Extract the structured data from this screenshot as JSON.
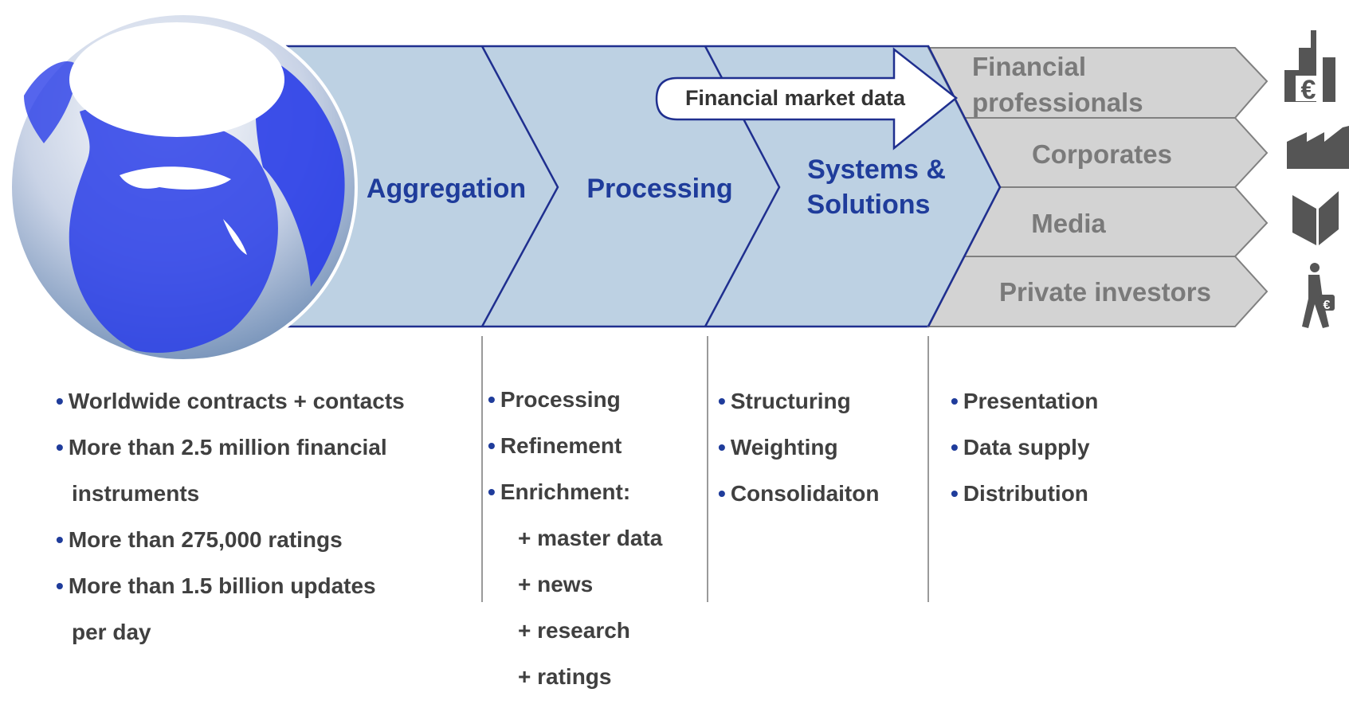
{
  "flow": {
    "stages": [
      "Aggregation",
      "Processing",
      "Systems &",
      "Solutions"
    ],
    "arrow_label": "Financial market data",
    "customers": [
      "Financial",
      "professionals",
      "Corporates",
      "Media",
      "Private investors"
    ]
  },
  "columns": {
    "aggregation": [
      "Worldwide contracts + contacts",
      "More than 2.5 million financial",
      "instruments",
      "More than 275,000 ratings",
      "More than 1.5 billion updates",
      "per day"
    ],
    "processing": [
      "Processing",
      "Refinement",
      "Enrichment:",
      "+ master data",
      "+ news",
      "+ research",
      "+ ratings"
    ],
    "systems": [
      "Structuring",
      "Weighting",
      "Consolidaiton"
    ],
    "customers": [
      "Presentation",
      "Data supply",
      "Distribution"
    ]
  },
  "bullet": "•",
  "icons": [
    "city-euro-icon",
    "factory-icon",
    "book-icon",
    "walking-investor-icon"
  ],
  "colors": {
    "band": "#bdd1e3",
    "band_outline": "#1f2f8f",
    "stage_text": "#1f3c9b",
    "customer_fill": "#d3d3d3",
    "customer_text": "#7a7a7a",
    "bullet_text": "#404040",
    "globe_land": "#2a3ee8"
  }
}
